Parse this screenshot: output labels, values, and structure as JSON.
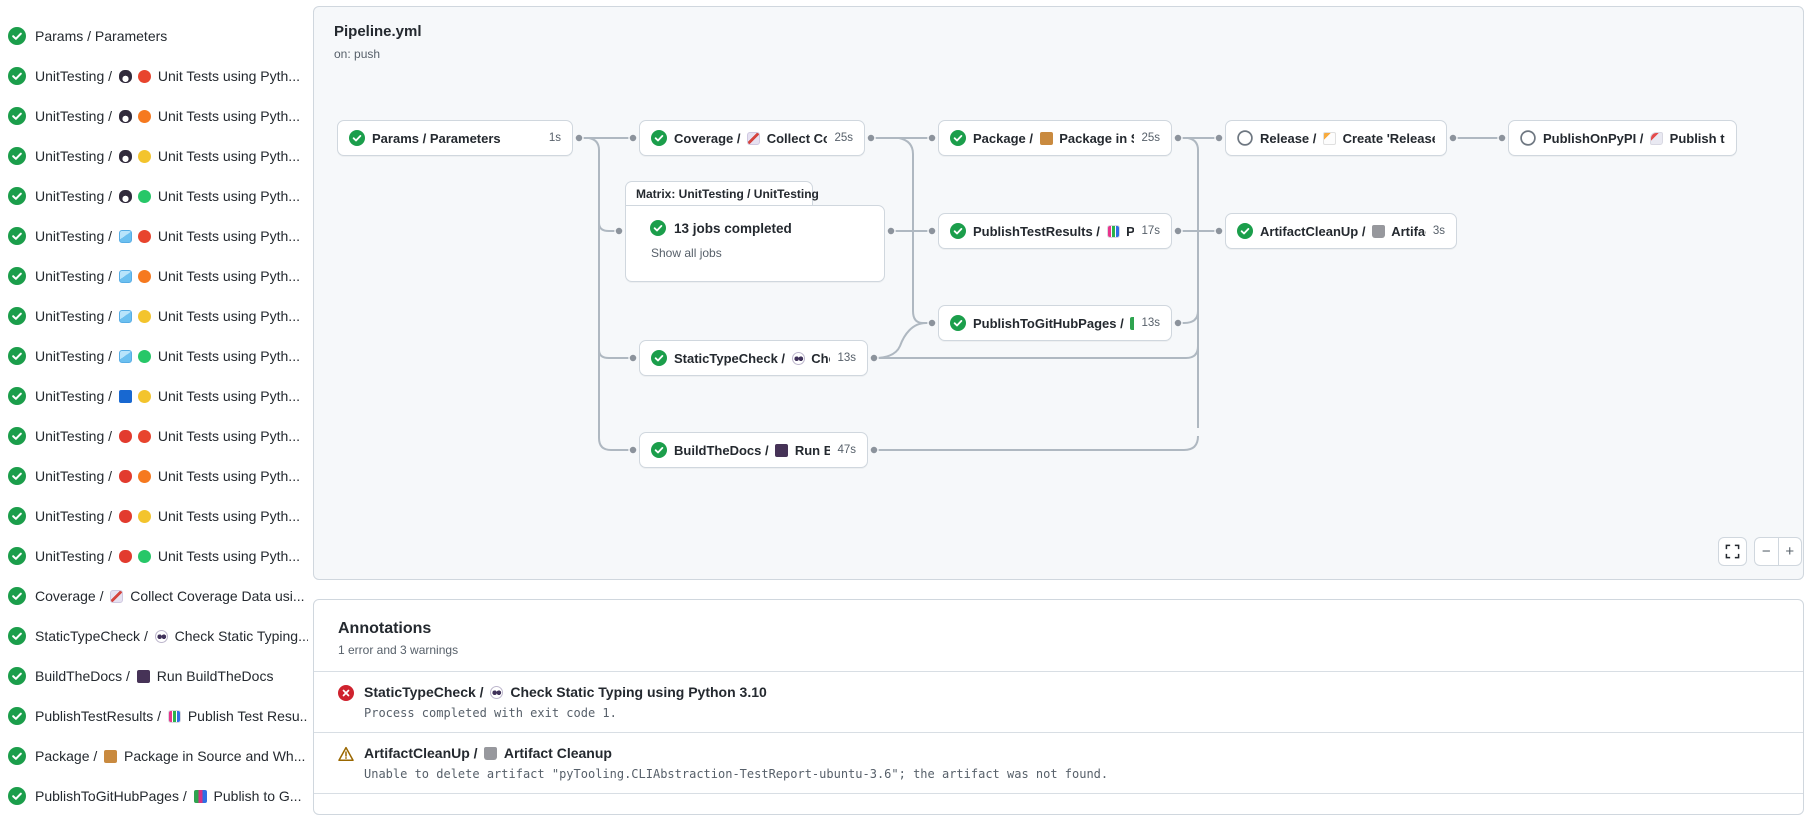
{
  "pipeline": {
    "title": "Pipeline.yml",
    "trigger": "on: push"
  },
  "sidebar": {
    "items": [
      {
        "status": "success",
        "prefix": "Params / Parameters",
        "icons": [],
        "label": ""
      },
      {
        "status": "success",
        "prefix": "UnitTesting /",
        "icons": [
          "penguin-icon",
          "circle-red"
        ],
        "label": "Unit Tests using Pyth..."
      },
      {
        "status": "success",
        "prefix": "UnitTesting /",
        "icons": [
          "penguin-icon",
          "circle-orange"
        ],
        "label": "Unit Tests using Pyth..."
      },
      {
        "status": "success",
        "prefix": "UnitTesting /",
        "icons": [
          "penguin-icon",
          "circle-yellow"
        ],
        "label": "Unit Tests using Pyth..."
      },
      {
        "status": "success",
        "prefix": "UnitTesting /",
        "icons": [
          "penguin-icon",
          "circle-green"
        ],
        "label": "Unit Tests using Pyth..."
      },
      {
        "status": "success",
        "prefix": "UnitTesting /",
        "icons": [
          "icecube-icon",
          "circle-red"
        ],
        "label": "Unit Tests using Pyth..."
      },
      {
        "status": "success",
        "prefix": "UnitTesting /",
        "icons": [
          "icecube-icon",
          "circle-orange"
        ],
        "label": "Unit Tests using Pyth..."
      },
      {
        "status": "success",
        "prefix": "UnitTesting /",
        "icons": [
          "icecube-icon",
          "circle-yellow"
        ],
        "label": "Unit Tests using Pyth..."
      },
      {
        "status": "success",
        "prefix": "UnitTesting /",
        "icons": [
          "icecube-icon",
          "circle-green"
        ],
        "label": "Unit Tests using Pyth..."
      },
      {
        "status": "success",
        "prefix": "UnitTesting /",
        "icons": [
          "bluesquare-icon",
          "circle-yellow"
        ],
        "label": "Unit Tests using Pyth..."
      },
      {
        "status": "success",
        "prefix": "UnitTesting /",
        "icons": [
          "apple-icon",
          "circle-red"
        ],
        "label": "Unit Tests using Pyth..."
      },
      {
        "status": "success",
        "prefix": "UnitTesting /",
        "icons": [
          "apple-icon",
          "circle-orange"
        ],
        "label": "Unit Tests using Pyth..."
      },
      {
        "status": "success",
        "prefix": "UnitTesting /",
        "icons": [
          "apple-icon",
          "circle-yellow"
        ],
        "label": "Unit Tests using Pyth..."
      },
      {
        "status": "success",
        "prefix": "UnitTesting /",
        "icons": [
          "apple-icon",
          "circle-green"
        ],
        "label": "Unit Tests using Pyth..."
      },
      {
        "status": "success",
        "prefix": "Coverage /",
        "icons": [
          "chart-icon"
        ],
        "label": "Collect Coverage Data usi..."
      },
      {
        "status": "success",
        "prefix": "StaticTypeCheck /",
        "icons": [
          "eyes-icon"
        ],
        "label": "Check Static Typing..."
      },
      {
        "status": "success",
        "prefix": "BuildTheDocs /",
        "icons": [
          "notebook-icon"
        ],
        "label": "Run BuildTheDocs"
      },
      {
        "status": "success",
        "prefix": "PublishTestResults /",
        "icons": [
          "barchart-icon"
        ],
        "label": "Publish Test Resu..."
      },
      {
        "status": "success",
        "prefix": "Package /",
        "icons": [
          "package-icon"
        ],
        "label": "Package in Source and Wh..."
      },
      {
        "status": "success",
        "prefix": "PublishToGitHubPages /",
        "icons": [
          "books-icon"
        ],
        "label": "Publish to G..."
      }
    ]
  },
  "graph": {
    "nodes": [
      {
        "id": "params",
        "status": "success",
        "prefix": "Params / Parameters",
        "icon": null,
        "label": "",
        "duration": "1s"
      },
      {
        "id": "coverage",
        "status": "success",
        "prefix": "Coverage /",
        "icon": "chart-icon",
        "label": "Collect Cove...",
        "duration": "25s"
      },
      {
        "id": "package",
        "status": "success",
        "prefix": "Package /",
        "icon": "package-icon",
        "label": "Package in So...",
        "duration": "25s"
      },
      {
        "id": "release",
        "status": "skipped",
        "prefix": "Release /",
        "icon": "memo-icon",
        "label": "Create 'Release P...",
        "duration": null
      },
      {
        "id": "publishonpypi",
        "status": "skipped",
        "prefix": "PublishOnPyPI /",
        "icon": "rocket-icon",
        "label": "Publish to ...",
        "duration": null
      },
      {
        "id": "publishtestresults",
        "status": "success",
        "prefix": "PublishTestResults /",
        "icon": "barchart-icon",
        "label": "Pu...",
        "duration": "17s"
      },
      {
        "id": "artifactcleanup",
        "status": "success",
        "prefix": "ArtifactCleanUp /",
        "icon": "trash-icon",
        "label": "Artifac...",
        "duration": "3s"
      },
      {
        "id": "publishtogithubpages",
        "status": "success",
        "prefix": "PublishToGitHubPages /",
        "icon": "books-icon",
        "label": "...",
        "duration": "13s"
      },
      {
        "id": "statictypecheck",
        "status": "success",
        "prefix": "StaticTypeCheck /",
        "icon": "eyes-icon",
        "label": "Chec...",
        "duration": "13s"
      },
      {
        "id": "buildthedocs",
        "status": "success",
        "prefix": "BuildTheDocs /",
        "icon": "notebook-icon",
        "label": "Run Buil...",
        "duration": "47s"
      }
    ],
    "matrix": {
      "label": "Matrix: UnitTesting / UnitTesting",
      "status": "success",
      "summary": "13 jobs completed",
      "link": "Show all jobs"
    }
  },
  "controls": {
    "zoom_out": "−",
    "zoom_in": "+"
  },
  "annotations": {
    "title": "Annotations",
    "summary": "1 error and 3 warnings",
    "items": [
      {
        "severity": "error",
        "job": "StaticTypeCheck /",
        "icon": "eyes-icon",
        "name": "Check Static Typing using Python 3.10",
        "message": "Process completed with exit code 1."
      },
      {
        "severity": "warning",
        "job": "ArtifactCleanUp /",
        "icon": "trash-icon",
        "name": "Artifact Cleanup",
        "message": "Unable to delete artifact \"pyTooling.CLIAbstraction-TestReport-ubuntu-3.6\"; the artifact was not found."
      }
    ]
  },
  "colors": {
    "success": "#1b9e4b",
    "skipped": "#6e7781",
    "error": "#cf222e",
    "warning": "#9a6700",
    "edge": "#afb8c1",
    "dot": "#8c939c"
  }
}
